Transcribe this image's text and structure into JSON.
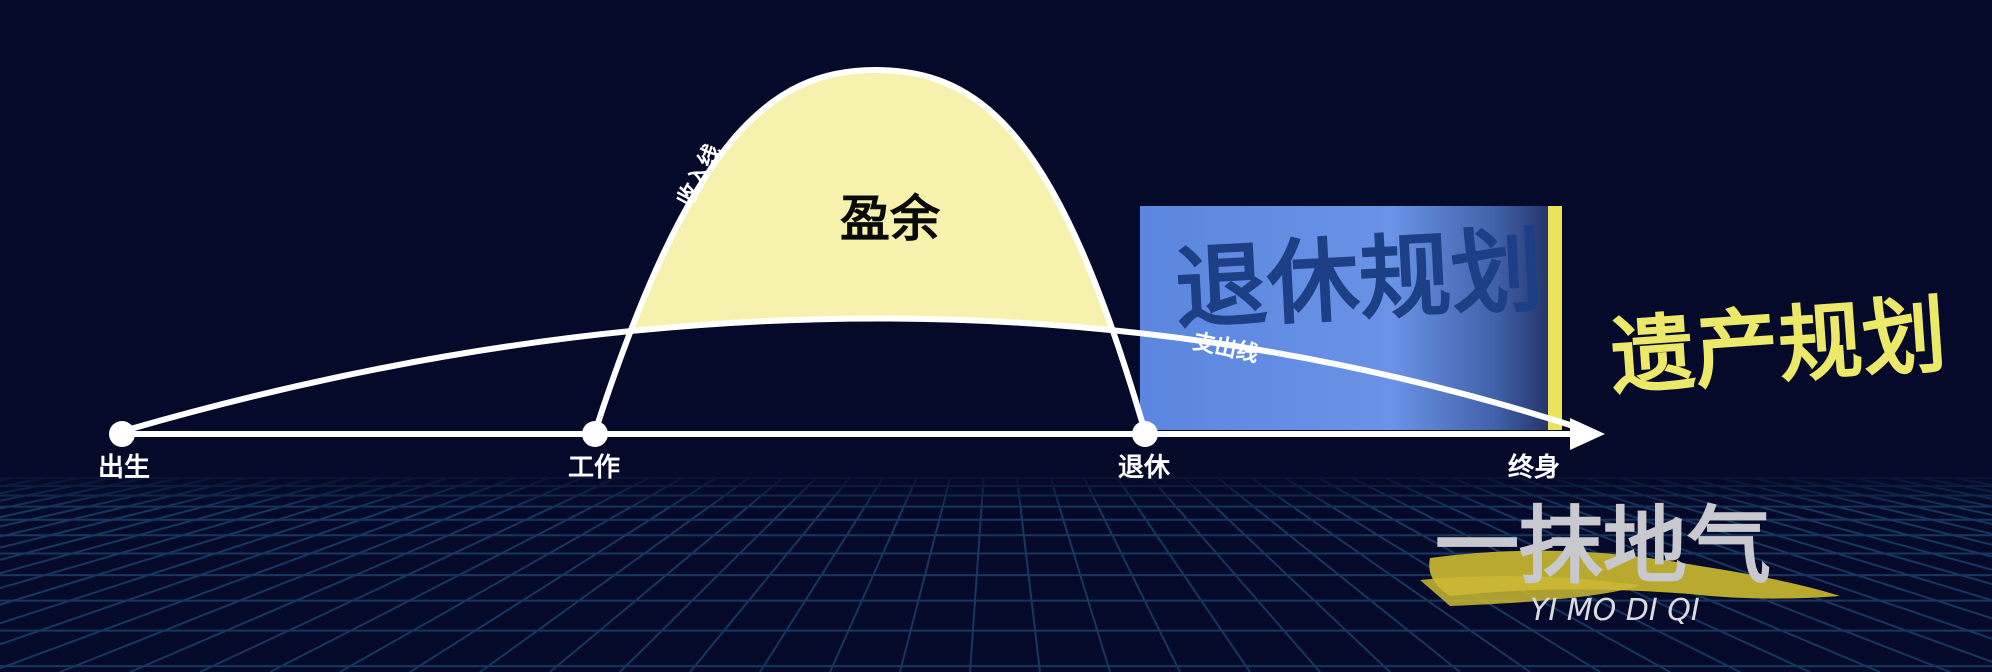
{
  "diagram": {
    "nodes": {
      "birth": "出生",
      "work": "工作",
      "retire": "退休",
      "end": "终身"
    },
    "curves": {
      "income": "收入线",
      "expense": "支出线"
    },
    "regions": {
      "surplus": "盈余",
      "retirement_planning": "退休规划",
      "legacy_planning": "遗产规划"
    }
  },
  "brand": {
    "name": "一抹地气",
    "pinyin": "YI MO DI QI"
  },
  "colors": {
    "background": "#060a2a",
    "surplus_fill": "#f6f2ad",
    "retirement_block": "#5b86df",
    "retirement_text": "#1d3f86",
    "legacy_text": "#ebe86a",
    "accent_bar": "#e9e25a",
    "axis": "#ffffff",
    "grid": "#1a3a66"
  }
}
